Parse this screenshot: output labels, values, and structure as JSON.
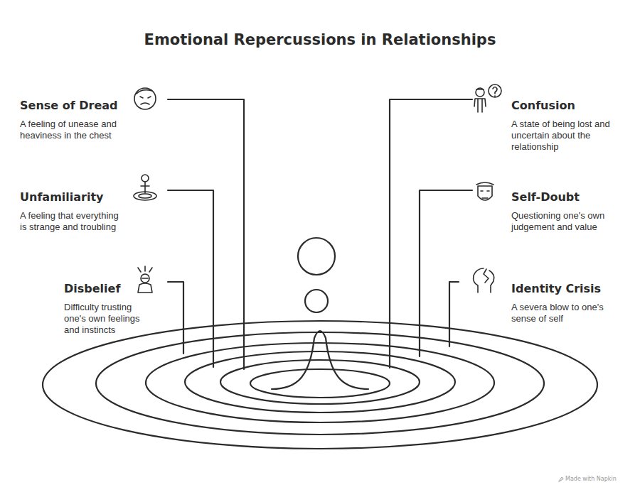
{
  "diagram": {
    "title": "Emotional Repercussions in Relationships",
    "labels": [
      "Sense of Dread",
      "A feeling of unease and heaviness in the chest",
      "Confusion",
      "A state of being lost and uncertain about the relationship",
      "Unfamiliarity",
      "A feeling that everything is strange and troubling",
      "Self-Doubt",
      "Questioning one's own judgement and value",
      "Disbelief",
      "Difficulty trusting one's own feelings and instincts",
      "Identity Crisis",
      "A severa blow to one's sense of self",
      "Made with Napkin"
    ]
  }
}
